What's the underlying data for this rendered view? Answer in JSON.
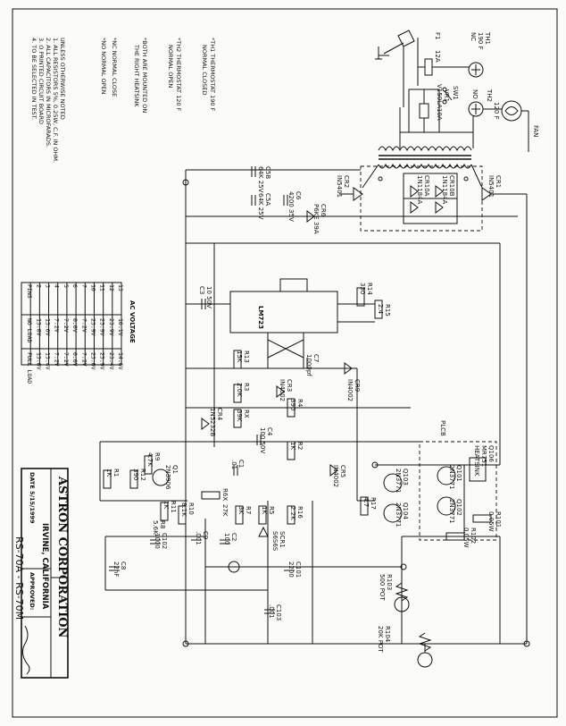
{
  "title_block": {
    "company": "ASTRON CORPORATION",
    "location": "IRVINE, CALIFORNIA",
    "date": "DATE 5/15/1999",
    "approved": "APPROVED:",
    "model": "RS-70A - RS-70M"
  },
  "legend_notes": [
    "*TH1 THERMOSTAT 190 F",
    "NORMAL CLOSED",
    "*TH2 THERMOSTAT 120 F",
    "NORMAL OPEN",
    "*BOTH ARE MOUNTED ON",
    "THE RIGHT HEATSINK",
    "*NC NORMAL CLOSE",
    "*NO NORMAL OPEN"
  ],
  "general_notes": [
    "UNLESS OTHERWISE NOTED",
    "1. ALL RESISTORS 5%, 0.25W, C.F. IN OHM.",
    "2. ALL CAPACITORS IN MICROFARADS.",
    "3. O PRINTED CIRCUIT BOARD",
    "4. TO BE SELECTED IN TEST."
  ],
  "voltage_table": {
    "title": "AC VOLTAGE",
    "headers": [
      "PINS",
      "NO LOAD",
      "FULL LOAD"
    ],
    "rows": [
      [
        "2",
        "13.8V",
        "13.8V"
      ],
      [
        "3",
        "13.6V",
        "13.4V"
      ],
      [
        "4",
        "7.2V",
        "7.2V"
      ],
      [
        "5",
        "7.2V",
        "7.2V"
      ],
      [
        "6",
        "0.0V",
        "0.0V"
      ],
      [
        "7",
        "7.2V",
        "7.2V"
      ],
      [
        "10",
        "23.9V",
        "23.0V"
      ],
      [
        "11",
        "23.9V",
        "23.9V"
      ],
      [
        "12",
        "23.9V",
        "23.4V"
      ],
      [
        "13",
        "16.1V",
        "14.6V"
      ]
    ]
  },
  "parts": {
    "th1": "TH1",
    "th1_temp": "190 F",
    "th1_mode": "NC",
    "th2": "TH2",
    "th2_temp": "120 F",
    "th2_mode": "NO",
    "fuse": "F1",
    "fuse_value": "12A",
    "sw": "SW1",
    "vr1": "VR1",
    "vr1_value": "V150LA10A",
    "fan": "FAN",
    "cr1": "CR1",
    "cr1_type": "IN5401",
    "cr2": "CR2",
    "cr2_type": "IN5401",
    "cr10a": "CR10A",
    "cr10a_type": "1N1184A",
    "cr10b": "CR10B",
    "cr10b_type": "1N1184A",
    "c5b": "C5B",
    "c5b_value": "64K 25V",
    "c5a": "C5A",
    "c5a_value": "64K 25V",
    "c6": "C6",
    "c6_value": "4200 35V",
    "cr6": "CR6",
    "cr6_type": "P6KE 39A",
    "r14": "R14",
    "r14_value": "330",
    "r15": "R15",
    "r15_value": "2.4",
    "c3": "C3",
    "c3_value": "10 50V",
    "lm723": "LM723",
    "c4": "C4",
    "c4_value": "100 50V",
    "c7": "C7",
    "c7_value": "1000pf",
    "r13": "R13",
    "r13_value": "15K",
    "r3": "R3",
    "r3_value": "2.0K",
    "r4": "R4",
    "r4_value": "390",
    "r2": "R2",
    "r2_value": "1K",
    "cr3": "CR3",
    "cr3_type": "IN4002",
    "cr4": "CR4",
    "cr4_type": "1N5232B",
    "cr5": "CR5",
    "cr5_type": "IN4002",
    "cr9": "CR9",
    "cr9_type": "IN4002",
    "rx": "RX",
    "rx_value": "39K",
    "c1": "C1",
    "c1_value": ".01",
    "r1": "R1",
    "r1_value": "1K",
    "r9": "R9",
    "r9_value": "4.7K",
    "r12": "R12",
    "r12_value": "390",
    "q1": "Q1",
    "q1_type": "2N3906",
    "r11": "R11",
    "r11_value": "1K",
    "r10": "R10",
    "r10_value": "8.1K",
    "r8": "R8",
    "r8_value": "5.6K",
    "r6x": "R6X",
    "r6x_value": "27K",
    "r7": "R7",
    "r7_value": "3K",
    "r5": "R5",
    "r5_value": "1K",
    "scr1": "SCR1",
    "scr1_type": "S6S6S",
    "c2": "C2",
    "c2_value": "100",
    "c9": "C9",
    "c9_value": ".001",
    "c102": "C102",
    "c102_value": "1000",
    "r16": "R16",
    "r16_value": "2.2K",
    "r17": "R17",
    "r17_value": "4.7",
    "c8": "C8",
    "c8_value": "22nF",
    "c101": "C101",
    "c101_value": "2200",
    "c103": "C103",
    "c103_value": ".001",
    "q101": "Q101",
    "q101_type": "2N3771",
    "q102": "Q102",
    "q102_type": "2N3771",
    "q103": "Q103",
    "q103_type": "2N3771",
    "q104": "Q104",
    "q104_type": "2N3771",
    "q106": "Q106",
    "q106_type": "MR751",
    "heatsink": "HEATSINK",
    "r101": "R101",
    "r101_value": "0.05W",
    "r102": "R102",
    "r102_value": "0.05W",
    "r103": "R103",
    "r103_value": "500 POT",
    "r104": "R104",
    "r104_value": "20K POT",
    "plcb": "PLCB"
  }
}
